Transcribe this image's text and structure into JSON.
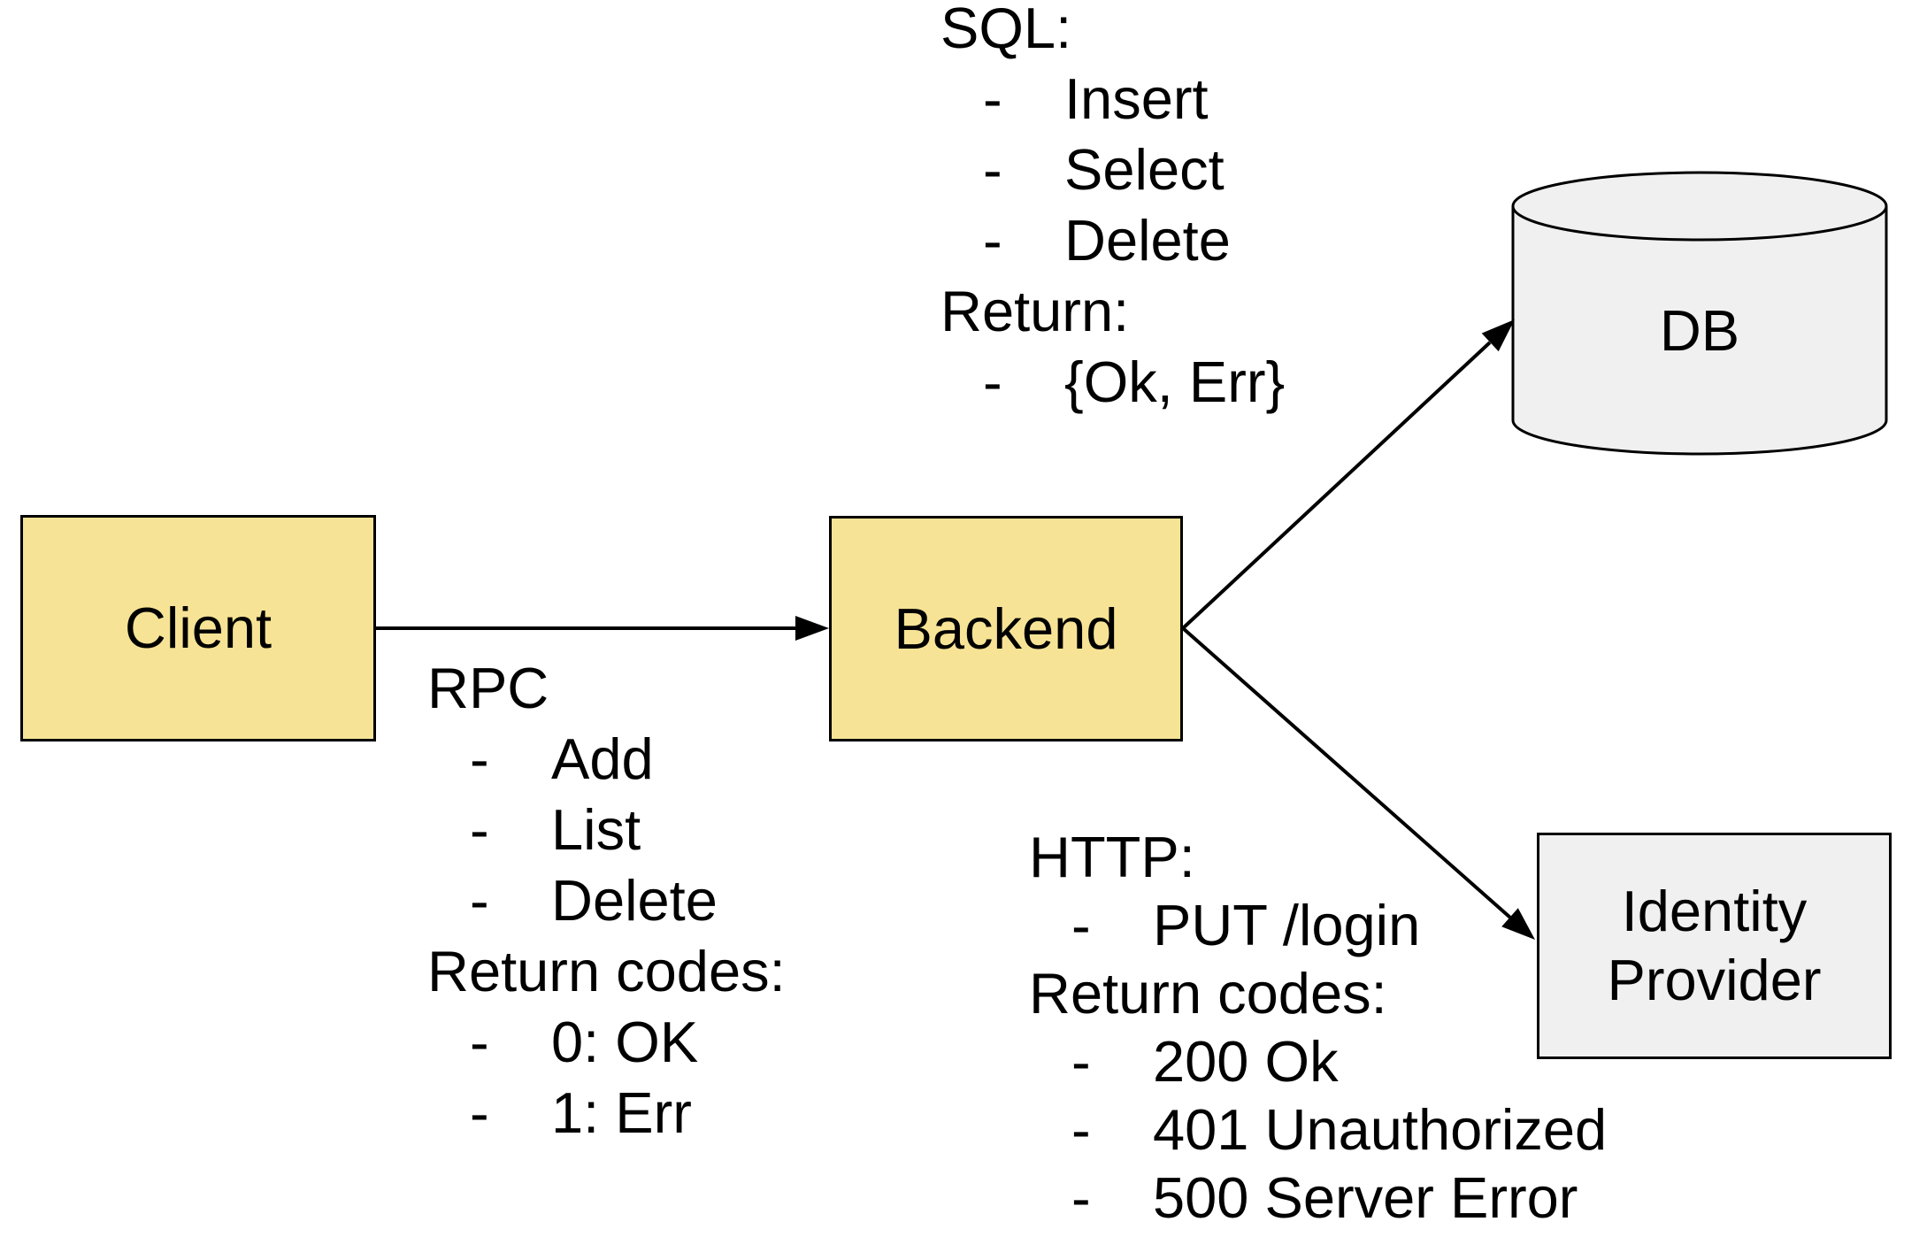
{
  "ui": {
    "dash": "-"
  },
  "colors": {
    "background": "#FFFFFF",
    "node_fill_yellow": "#F7E395",
    "node_fill_gray": "#F0F0F0",
    "stroke": "#000000"
  },
  "nodes": {
    "client": {
      "label": "Client"
    },
    "backend": {
      "label": "Backend"
    },
    "db": {
      "label": "DB"
    },
    "identity_provider": {
      "line1": "Identity",
      "line2": "Provider"
    }
  },
  "edges": [
    {
      "from": "Client",
      "to": "Backend"
    },
    {
      "from": "Backend",
      "to": "DB"
    },
    {
      "from": "Backend",
      "to": "Identity Provider"
    }
  ],
  "annotations": {
    "rpc": {
      "title": "RPC",
      "items": [
        "Add",
        "List",
        "Delete"
      ],
      "subtitle": "Return codes:",
      "subitems": [
        "0: OK",
        "1: Err"
      ]
    },
    "sql": {
      "title": "SQL:",
      "items": [
        "Insert",
        "Select",
        "Delete"
      ],
      "subtitle": "Return:",
      "subitems": [
        "{Ok, Err}"
      ]
    },
    "http": {
      "title": "HTTP:",
      "items": [
        "PUT /login"
      ],
      "subtitle": "Return codes:",
      "subitems": [
        "200 Ok",
        "401 Unauthorized",
        "500 Server Error"
      ]
    }
  }
}
